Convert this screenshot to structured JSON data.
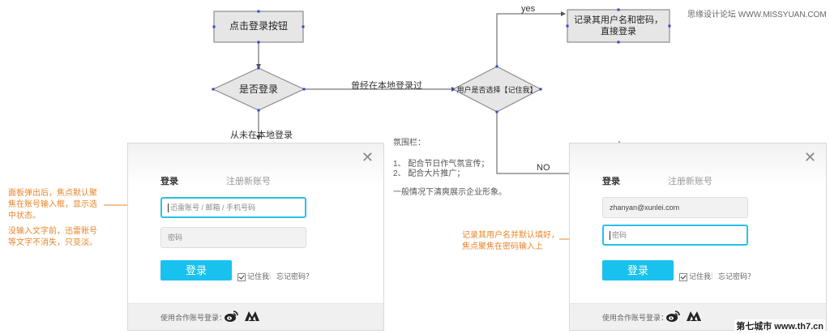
{
  "flowchart": {
    "start_box": "点击登录按钮",
    "decision_login": "是否登录",
    "edge_logged_before": "曾经在本地登录过",
    "edge_never_logged": "从未在本地登录",
    "decision_remember": "用户是否选择【记住我】",
    "edge_yes": "yes",
    "edge_no": "NO",
    "result_box_line1": "记录其用户名和密码，",
    "result_box_line2": "直接登录"
  },
  "annotations": {
    "left_focus_line1": "面板弹出后，焦点默认聚",
    "left_focus_line2": "焦在账号输入框，显示选",
    "left_focus_line3": "中状态。",
    "left_text_line1": "没输入文字前，迅雷账号",
    "left_text_line2": "等文字不消失，只变淡。",
    "right_line1": "记录其用户名并默认填好，",
    "right_line2": "焦点聚焦在密码输入上",
    "atmo_title": "氛围栏：",
    "atmo_item1": "1、 配合节日作气氛宣传；",
    "atmo_item2": "2、 配合大片推广；",
    "atmo_note": "一般情况下清爽展示企业形象。"
  },
  "dialog_left": {
    "close": "✕",
    "tab_login": "登录",
    "tab_register": "注册新账号",
    "account_placeholder": "迅雷账号 / 邮箱 / 手机号码",
    "password_placeholder": "密码",
    "login_button": "登录",
    "remember_me": "记住我",
    "separator": "|",
    "forgot_password": "忘记密码？",
    "partner_login": "使用合作账号登录："
  },
  "dialog_right": {
    "close": "✕",
    "tab_login": "登录",
    "tab_register": "注册新账号",
    "account_value": "zhanyan@xunlei.com",
    "password_placeholder": "密码",
    "login_button": "登录",
    "remember_me": "记住我",
    "separator": "|",
    "forgot_password": "忘记密码？",
    "partner_login": "使用合作账号登录："
  },
  "watermark_top": "思缘设计论坛 WWW.MISSYUAN.COM",
  "watermark_bottom": "第七城市 www.th7.cn",
  "colors": {
    "accent": "#19c1ee",
    "focus_border": "#29c1e8",
    "annotation": "#e8862a",
    "node_fill": "#e6e6e6",
    "node_stroke": "#8c8c8c",
    "connector": "#555555",
    "anchor_mark": "#3344cc"
  },
  "icons": {
    "close": "close-icon",
    "weibo": "weibo-icon",
    "partner": "partner-logo-icon"
  }
}
